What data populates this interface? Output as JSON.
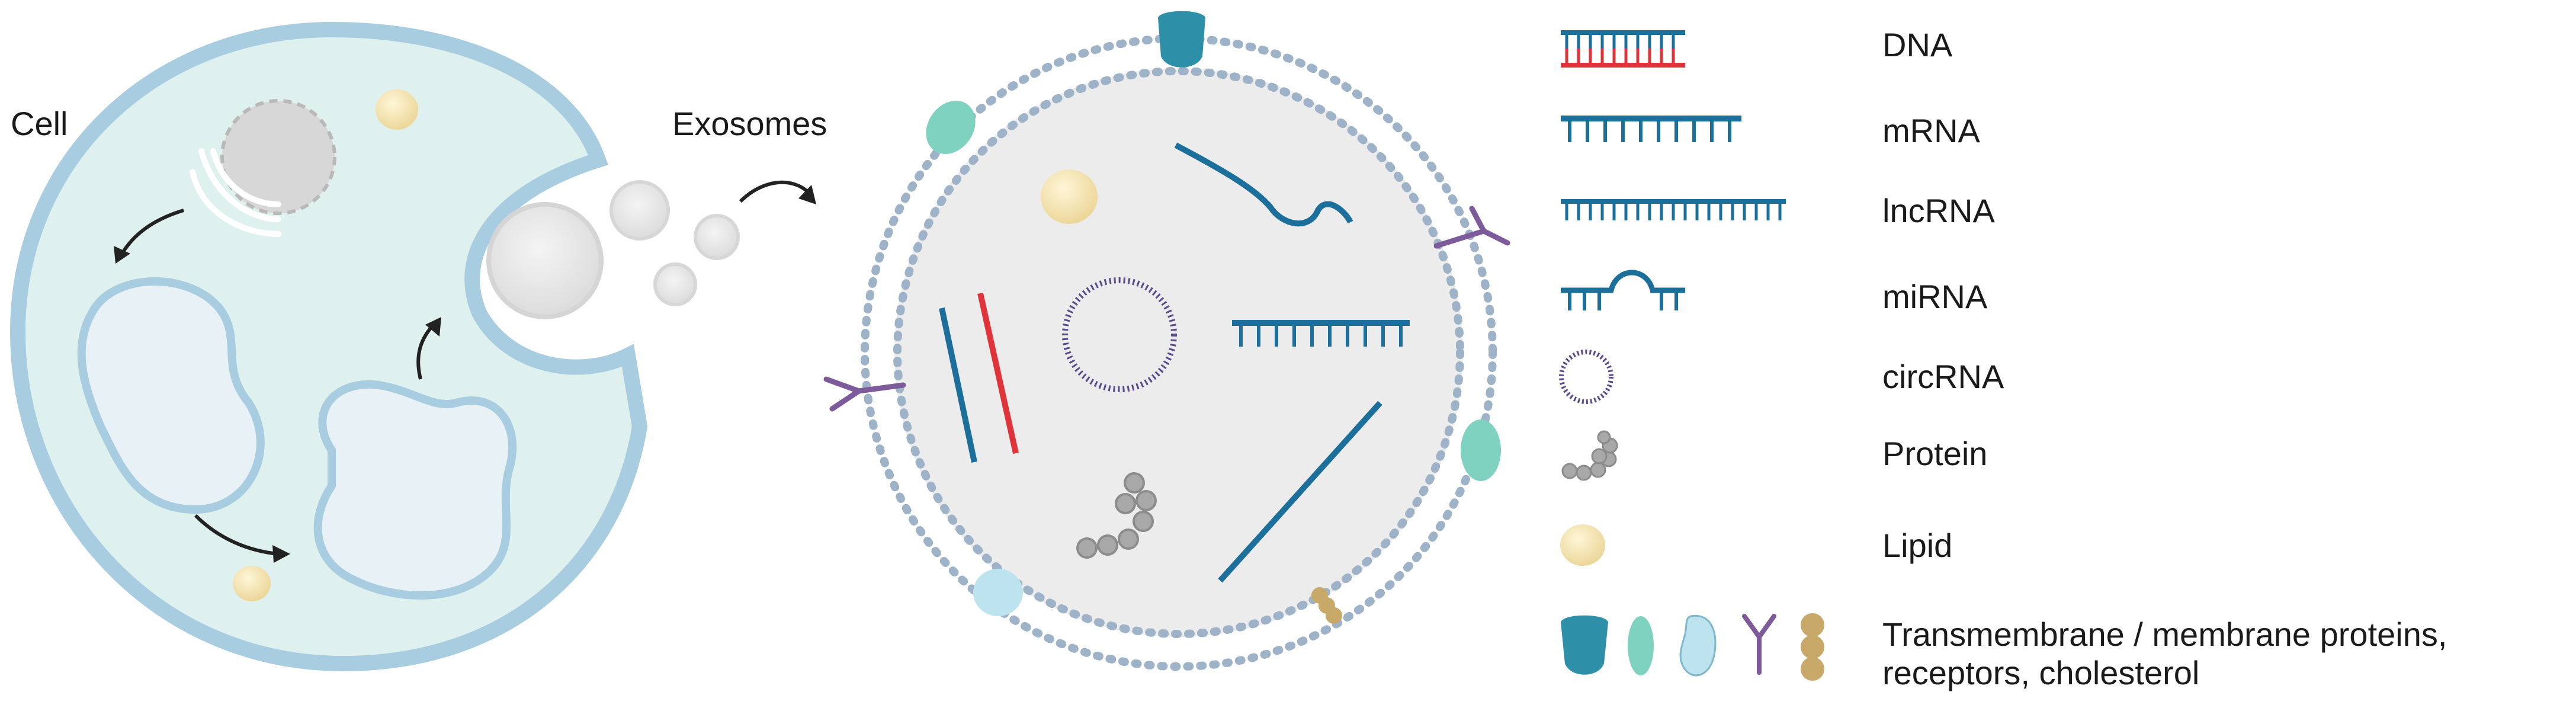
{
  "labels": {
    "cell": "Cell",
    "exosomes": "Exosomes"
  },
  "legend": {
    "items": [
      {
        "icon": "dna-icon",
        "label": "DNA"
      },
      {
        "icon": "mrna-icon",
        "label": "mRNA"
      },
      {
        "icon": "lncrna-icon",
        "label": "lncRNA"
      },
      {
        "icon": "mirna-icon",
        "label": "miRNA"
      },
      {
        "icon": "circrna-icon",
        "label": "circRNA"
      },
      {
        "icon": "protein-icon",
        "label": "Protein"
      },
      {
        "icon": "lipid-icon",
        "label": "Lipid"
      }
    ],
    "membrane_line1": "Transmembrane / membrane proteins,",
    "membrane_line2": "receptors, cholesterol"
  },
  "colors": {
    "nucleic_acid_blue": "#1b6f9a",
    "dna_red": "#e0343a",
    "circ_purple": "#5a4a8c",
    "receptor_purple": "#7d5a9a",
    "cell_fill": "#dff1ee",
    "cell_border": "#a9cde0",
    "exosome_fill": "#ececec",
    "membrane_dot": "#8fa5bf",
    "protein_grey": "#a8a8a8",
    "lipid_yellow": "#f3e3b0",
    "teal_protein": "#2e8fa8",
    "green_protein": "#7fd2c0",
    "light_protein": "#bde3ef",
    "cholesterol": "#c8a96a"
  }
}
